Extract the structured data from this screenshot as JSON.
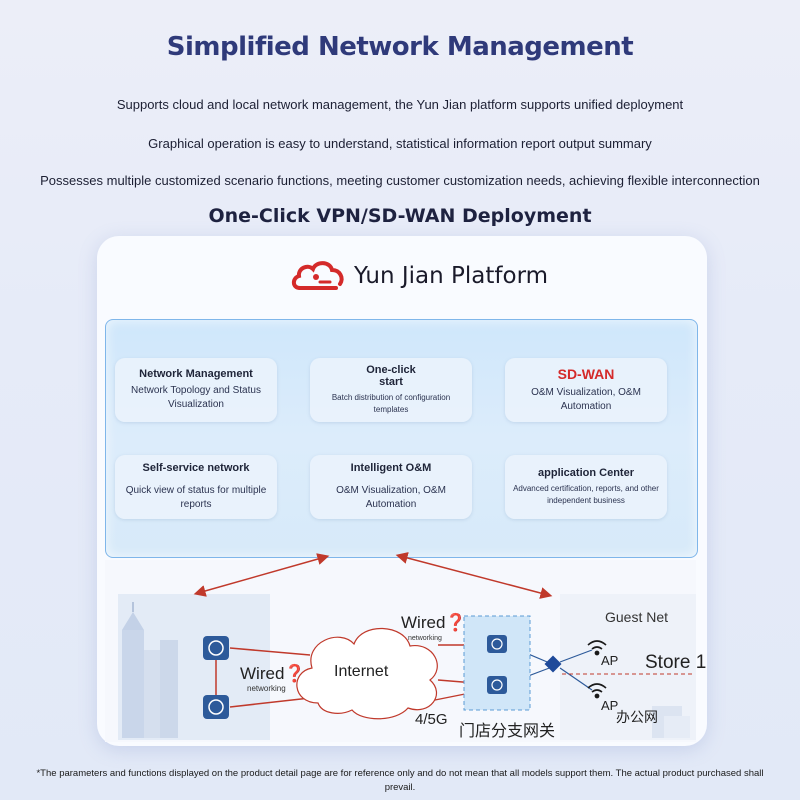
{
  "header": {
    "title": "Simplified Network Management",
    "lines": [
      "Supports cloud and local network management, the Yun Jian platform supports unified deployment",
      "Graphical operation is easy to understand, statistical information report output summary",
      "Possesses multiple customized scenario functions, meeting customer customization needs, achieving flexible interconnection"
    ],
    "subtitle": "One-Click VPN/SD-WAN Deployment"
  },
  "platform": {
    "name": "Yun Jian Platform",
    "logo_icon": "cloud-logo-icon",
    "logo_color": "#d42a2a"
  },
  "tiles": [
    {
      "title": "Network Management",
      "desc": "Network Topology and Status Visualization"
    },
    {
      "title": "One-click start",
      "desc": "Batch distribution of configuration templates"
    },
    {
      "title": "SD-WAN",
      "desc": "O&M Visualization, O&M Automation"
    },
    {
      "title": "Self-service network",
      "desc": "Quick view of status for multiple reports"
    },
    {
      "title": "Intelligent O&M",
      "desc": "O&M Visualization, O&M Automation"
    },
    {
      "title": "application Center",
      "desc": "Advanced certification, reports, and other independent business"
    }
  ],
  "diagram": {
    "internet": "Internet",
    "wired_left": "Wired❓",
    "wired_left_sub": "networking",
    "wired_right": "Wired❓",
    "wired_right_sub": "networking",
    "cellular": "4/5G",
    "gateway": "门店分支网关",
    "guest_net": "Guest Net",
    "ap1": "AP",
    "ap2": "AP",
    "store": "Store 1",
    "office": "办公网"
  },
  "footnote": "*The parameters and functions displayed on the product detail page are for reference only and do not mean that all models support them. The actual product purchased shall prevail.",
  "colors": {
    "title": "#2f3a7a",
    "accent_red": "#d42a2a",
    "link_red": "#c0392b",
    "router_blue": "#2d5a9a"
  }
}
